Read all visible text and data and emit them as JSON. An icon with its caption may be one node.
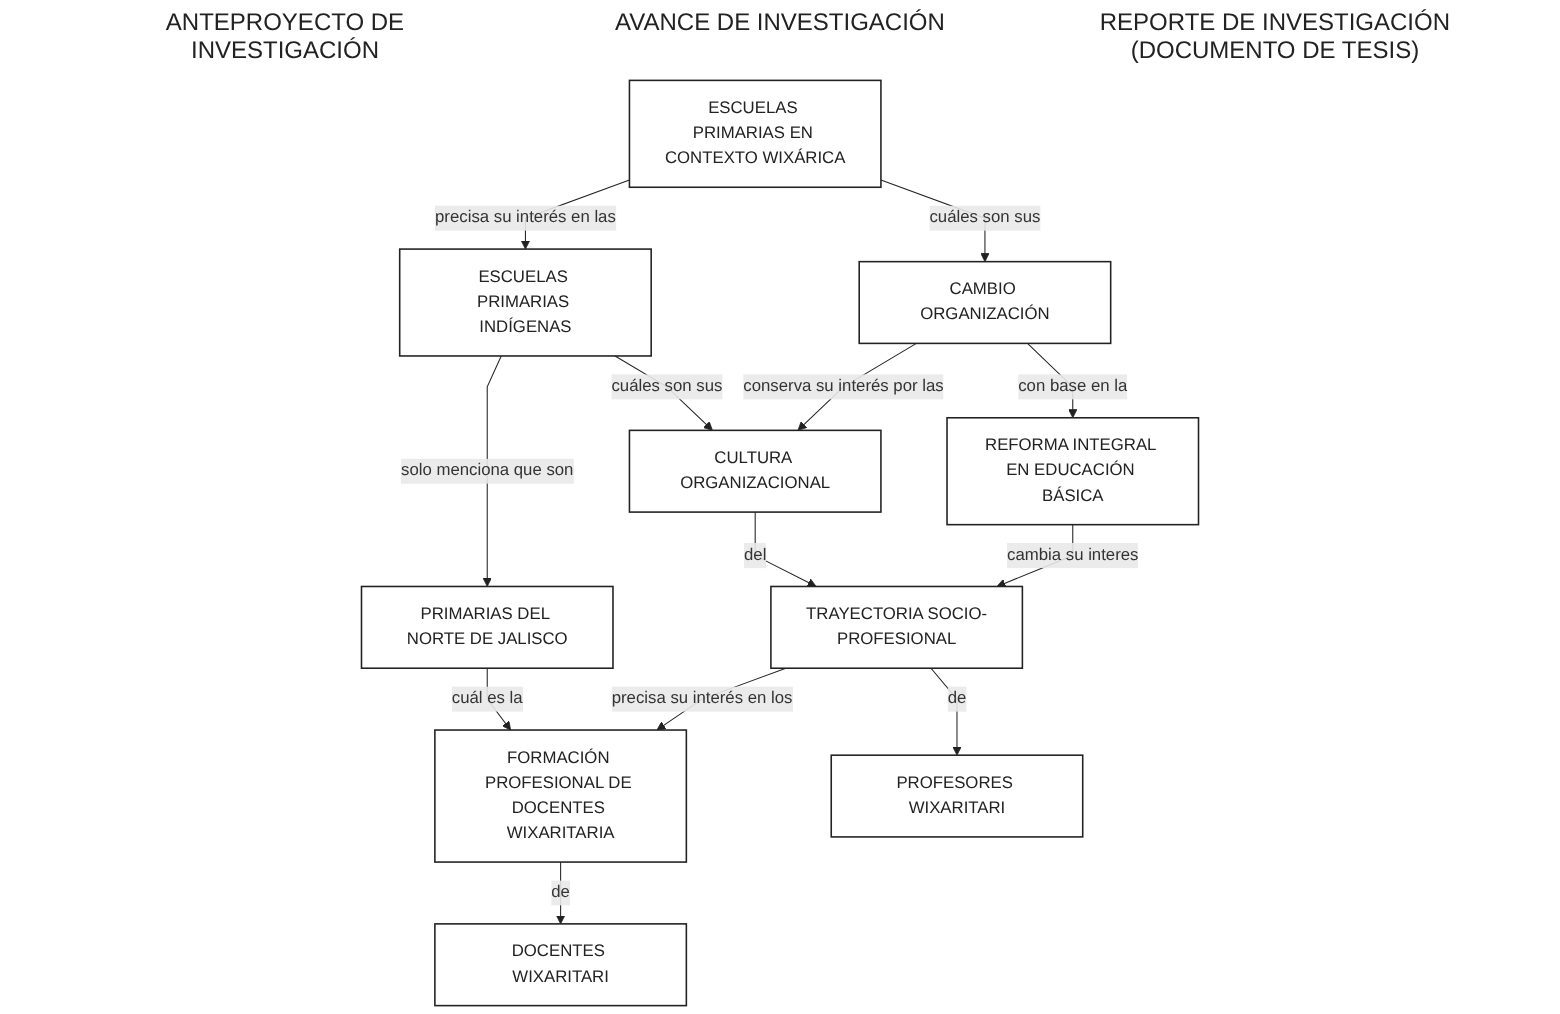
{
  "diagram": {
    "nodes": [
      {
        "text": [
          "ESCUELAS PRIMARIAS EN CONTEXTO WIXÁRICA"
        ]
      },
      {
        "text": [
          "ESCUELAS PRIMARIAS INDÍGENAS"
        ]
      },
      {
        "text": [
          "PRIMARIAS DEL NORTE DE JALISCO"
        ]
      },
      {
        "text": [
          "CAMBIO ORGANIZACIÓN"
        ]
      },
      {
        "text": [
          "CULTURA ORGANIZACIONAL"
        ]
      },
      {
        "text": [
          "REFORMA INTEGRAL EN EDUCACIÓN BÁSICA"
        ]
      },
      {
        "text": [
          "TRAYECTORIA SOCIO-PROFESIONAL"
        ]
      },
      {
        "text": [
          "FORMACIÓN PROFESIONAL DE DOCENTES WIXARITARIA"
        ]
      },
      {
        "text": [
          "PROFESORES WIXARITARI"
        ]
      },
      {
        "text": [
          "DOCENTES WIXARITARI"
        ]
      }
    ],
    "edges": [
      {
        "from": 0,
        "to": 1,
        "arrow": "to",
        "label": "precisa su interés en las"
      },
      {
        "from": 1,
        "to": 2,
        "arrow": "to",
        "label": "solo menciona que son"
      },
      {
        "from": 0,
        "to": 3,
        "arrow": "to",
        "label": "cuáles son sus"
      },
      {
        "from": 1,
        "to": 4,
        "arrow": "to",
        "label": "cuáles son sus"
      },
      {
        "from": 2,
        "to": 7,
        "arrow": "to",
        "label": "cuál es la"
      },
      {
        "from": 3,
        "to": 4,
        "arrow": "to",
        "label": "conserva su interés por las"
      },
      {
        "from": 3,
        "to": 5,
        "arrow": "to",
        "label": "con base en la"
      },
      {
        "from": 4,
        "to": 6,
        "arrow": "to",
        "label": "del"
      },
      {
        "from": 5,
        "to": 6,
        "arrow": "to",
        "label": "cambia su interes"
      },
      {
        "from": 6,
        "to": 7,
        "arrow": "to",
        "label": "precisa su interés en los"
      },
      {
        "from": 6,
        "to": 8,
        "arrow": "to",
        "label": "de"
      },
      {
        "from": 7,
        "to": 9,
        "arrow": "to",
        "label": "de"
      }
    ],
    "labels": [
      "ANTEPROYECTO DE INVESTIGACIÓN",
      "AVANCE DE INVESTIGACIÓN",
      "REPORTE DE INVESTIGACIÓN (DOCUMENTO DE TESIS)"
    ]
  }
}
